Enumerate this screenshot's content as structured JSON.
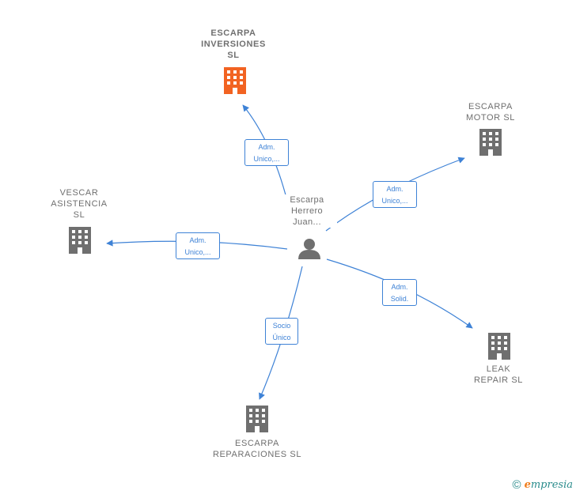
{
  "center": {
    "label": "Escarpa\nHerrero\nJuan...",
    "icon": "person-icon"
  },
  "companies": [
    {
      "id": "escarpa-inversiones",
      "label": "ESCARPA\nINVERSIONES\nSL",
      "color": "#f26322",
      "icon": "building-icon",
      "highlight": true
    },
    {
      "id": "escarpa-motor",
      "label": "ESCARPA\nMOTOR  SL",
      "color": "#6f6f6f",
      "icon": "building-icon"
    },
    {
      "id": "vescar-asistencia",
      "label": "VESCAR\nASISTENCIA\nSL",
      "color": "#6f6f6f",
      "icon": "building-icon"
    },
    {
      "id": "leak-repair",
      "label": "LEAK\nREPAIR  SL",
      "color": "#6f6f6f",
      "icon": "building-icon"
    },
    {
      "id": "escarpa-reparaciones",
      "label": "ESCARPA\nREPARACIONES SL",
      "color": "#6f6f6f",
      "icon": "building-icon"
    }
  ],
  "edges": [
    {
      "to": "escarpa-inversiones",
      "label": "Adm.\nUnico,..."
    },
    {
      "to": "escarpa-motor",
      "label": "Adm.\nUnico,..."
    },
    {
      "to": "vescar-asistencia",
      "label": "Adm.\nUnico,..."
    },
    {
      "to": "leak-repair",
      "label": "Adm.\nSolid."
    },
    {
      "to": "escarpa-reparaciones",
      "label": "Socio\nÚnico"
    }
  ],
  "footer": {
    "copyright": "©",
    "brand_first": "e",
    "brand_rest": "mpresia"
  },
  "colors": {
    "edge": "#3e82d6",
    "node": "#6f6f6f",
    "highlight": "#f26322"
  }
}
